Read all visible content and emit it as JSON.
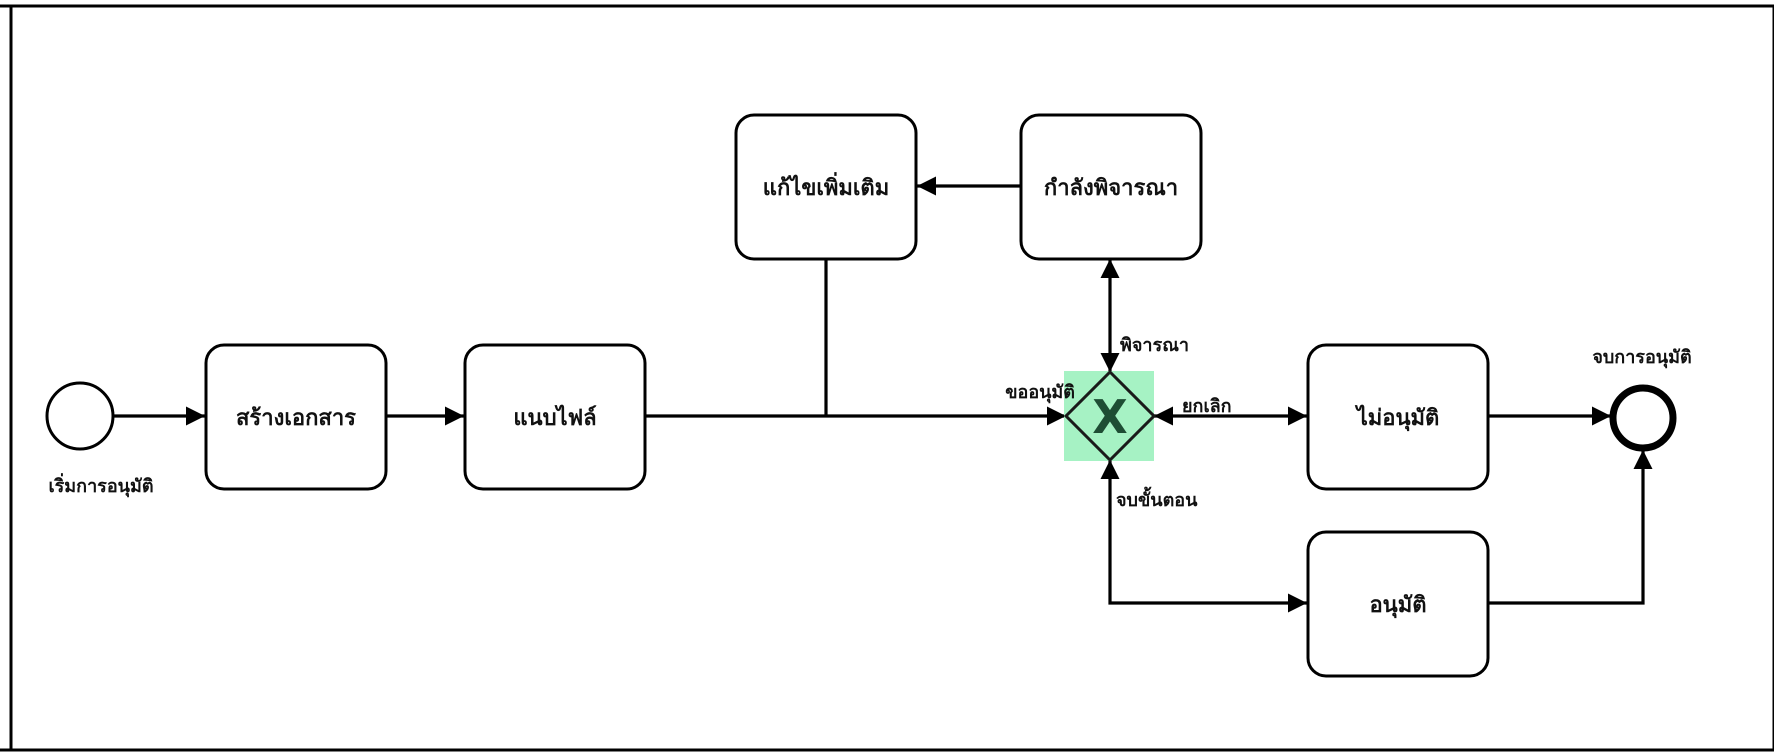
{
  "diagram": {
    "type": "bpmn-process",
    "colors": {
      "stroke": "#000000",
      "fill": "#ffffff",
      "gateway_highlight": "#a6f2c4",
      "gateway_marker": "#1e4d34"
    },
    "start_event": {
      "label": "เริ่มการอนุมัติ"
    },
    "end_event": {
      "label": "จบการอนุมัติ"
    },
    "tasks": {
      "create_document": "สร้างเอกสาร",
      "attach_file": "แนบไฟล์",
      "revise": "แก้ไขเพิ่มเติม",
      "considering": "กำลังพิจารณา",
      "not_approved": "ไม่อนุมัติ",
      "approved": "อนุมัติ"
    },
    "gateway": {
      "type": "exclusive",
      "marker": "X"
    },
    "flow_labels": {
      "request_approval": "ขออนุมัติ",
      "consider": "พิจารณา",
      "cancel": "ยกเลิก",
      "end_step": "จบขั้นตอน"
    },
    "flows": [
      {
        "from": "start_event",
        "to": "create_document"
      },
      {
        "from": "create_document",
        "to": "attach_file"
      },
      {
        "from": "attach_file",
        "to": "gateway",
        "label": "ขออนุมัติ"
      },
      {
        "from": "revise",
        "to": "gateway"
      },
      {
        "from": "gateway",
        "to": "considering",
        "label": "พิจารณา"
      },
      {
        "from": "considering",
        "to": "gateway"
      },
      {
        "from": "considering",
        "to": "revise"
      },
      {
        "from": "gateway",
        "to": "not_approved",
        "label": "ยกเลิก"
      },
      {
        "from": "not_approved",
        "to": "gateway"
      },
      {
        "from": "gateway",
        "to": "approved",
        "label": "จบขั้นตอน"
      },
      {
        "from": "not_approved",
        "to": "end_event"
      },
      {
        "from": "approved",
        "to": "end_event"
      }
    ]
  }
}
